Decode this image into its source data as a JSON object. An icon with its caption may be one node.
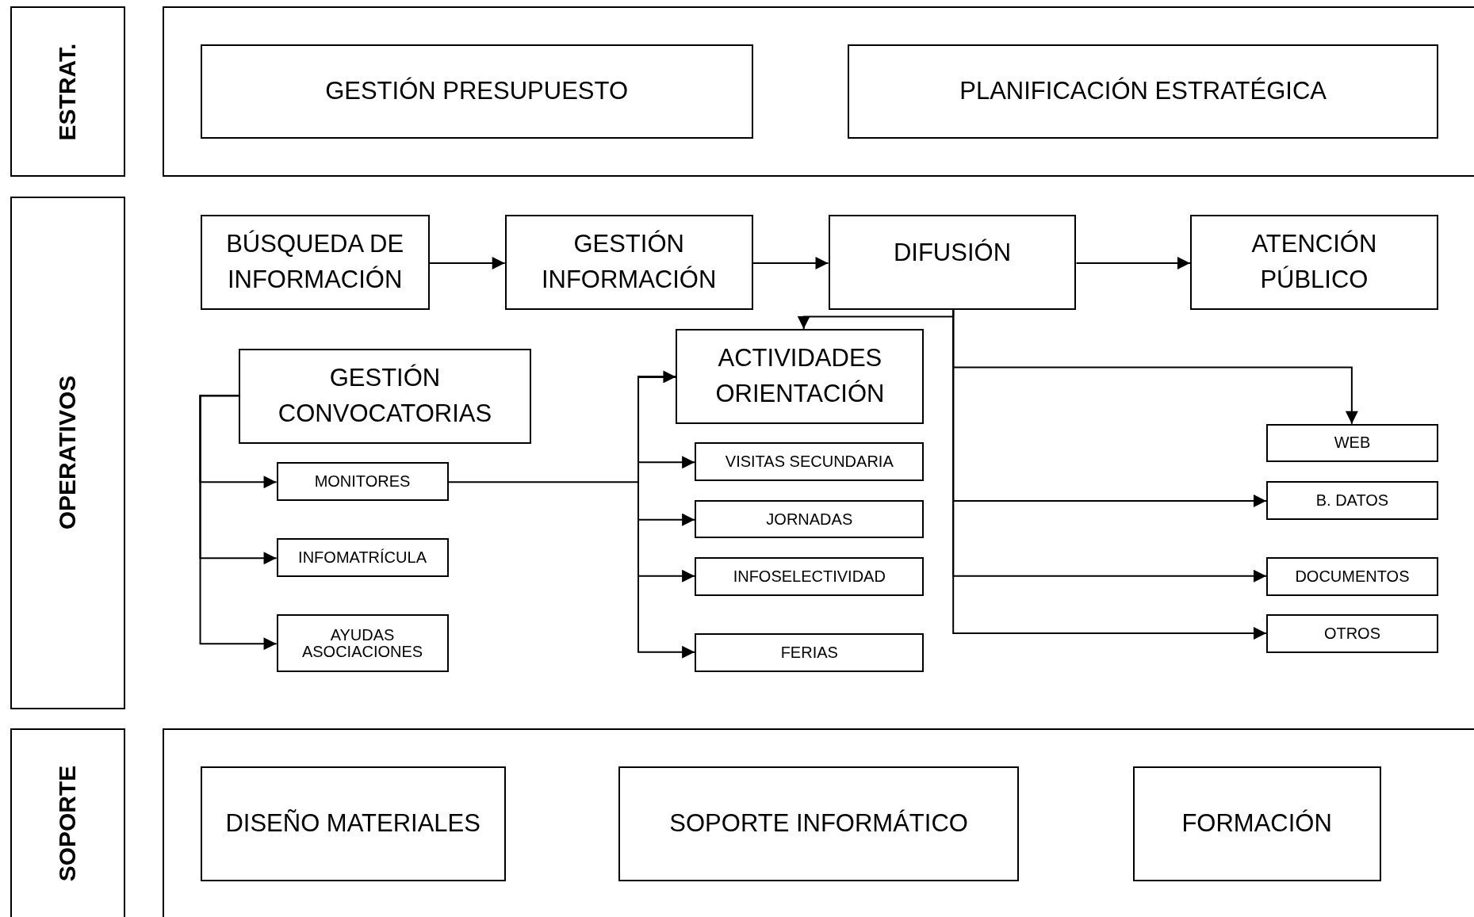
{
  "diagram": {
    "nodes": [
      {
        "text": [
          "ESTRAT."
        ]
      },
      {
        "text": [],
        "shape": "box"
      },
      {
        "text": [
          "GESTIÓN PRESUPUESTO"
        ],
        "in": 1
      },
      {
        "text": [
          "PLANIFICACIÓN ESTRATÉGICA"
        ],
        "in": 1
      },
      {
        "text": [
          "OPERATIVOS"
        ]
      },
      {
        "text": [
          "BÚSQUEDA DE INFORMACIÓN"
        ]
      },
      {
        "text": [
          "GESTIÓN INFORMACIÓN"
        ]
      },
      {
        "text": [
          "DIFUSIÓN"
        ]
      },
      {
        "text": [
          "ATENCIÓN PÚBLICO"
        ]
      },
      {
        "text": [
          "GESTIÓN CONVOCATORIAS"
        ]
      },
      {
        "text": [
          "MONITORES"
        ]
      },
      {
        "text": [
          "INFOMATRÍCULA"
        ]
      },
      {
        "text": [
          "AYUDAS ASOCIACIONES"
        ]
      },
      {
        "text": [
          "ACTIVIDADES ORIENTACIÓN"
        ]
      },
      {
        "text": [
          "VISITAS SECUNDARIA"
        ]
      },
      {
        "text": [
          "JORNADAS"
        ]
      },
      {
        "text": [
          "INFOSELECTIVIDAD"
        ]
      },
      {
        "text": [
          "FERIAS"
        ]
      },
      {
        "text": [
          "WEB"
        ]
      },
      {
        "text": [
          "B. DATOS"
        ]
      },
      {
        "text": [
          "DOCUMENTOS"
        ]
      },
      {
        "text": [
          "OTROS"
        ]
      },
      {
        "text": [
          "SOPORTE"
        ]
      },
      {
        "text": [],
        "shape": "box"
      },
      {
        "text": [
          "DISEÑO MATERIALES"
        ],
        "in": 23
      },
      {
        "text": [
          "SOPORTE INFORMÁTICO"
        ],
        "in": 23
      },
      {
        "text": [
          "FORMACIÓN"
        ],
        "in": 23
      }
    ],
    "edges": [
      {
        "from": 5,
        "to": 6,
        "arrow": "to"
      },
      {
        "from": 6,
        "to": 7,
        "arrow": "to"
      },
      {
        "from": 7,
        "to": 8,
        "arrow": "to"
      },
      {
        "from": 7,
        "to": 13,
        "arrow": "to"
      },
      {
        "from": 7,
        "to": 18,
        "arrow": "to"
      },
      {
        "from": 7,
        "to": 19,
        "arrow": "to"
      },
      {
        "from": 7,
        "to": 20,
        "arrow": "to"
      },
      {
        "from": 7,
        "to": 21,
        "arrow": "to"
      },
      {
        "from": 9,
        "to": 10,
        "arrow": "to"
      },
      {
        "from": 9,
        "to": 11,
        "arrow": "to"
      },
      {
        "from": 9,
        "to": 12,
        "arrow": "to"
      },
      {
        "from": 10,
        "to": 13,
        "arrow": "to"
      },
      {
        "from": 13,
        "to": 14,
        "arrow": "to"
      },
      {
        "from": 13,
        "to": 15,
        "arrow": "to"
      },
      {
        "from": 13,
        "to": 16,
        "arrow": "to"
      },
      {
        "from": 13,
        "to": 17,
        "arrow": "to"
      }
    ]
  }
}
